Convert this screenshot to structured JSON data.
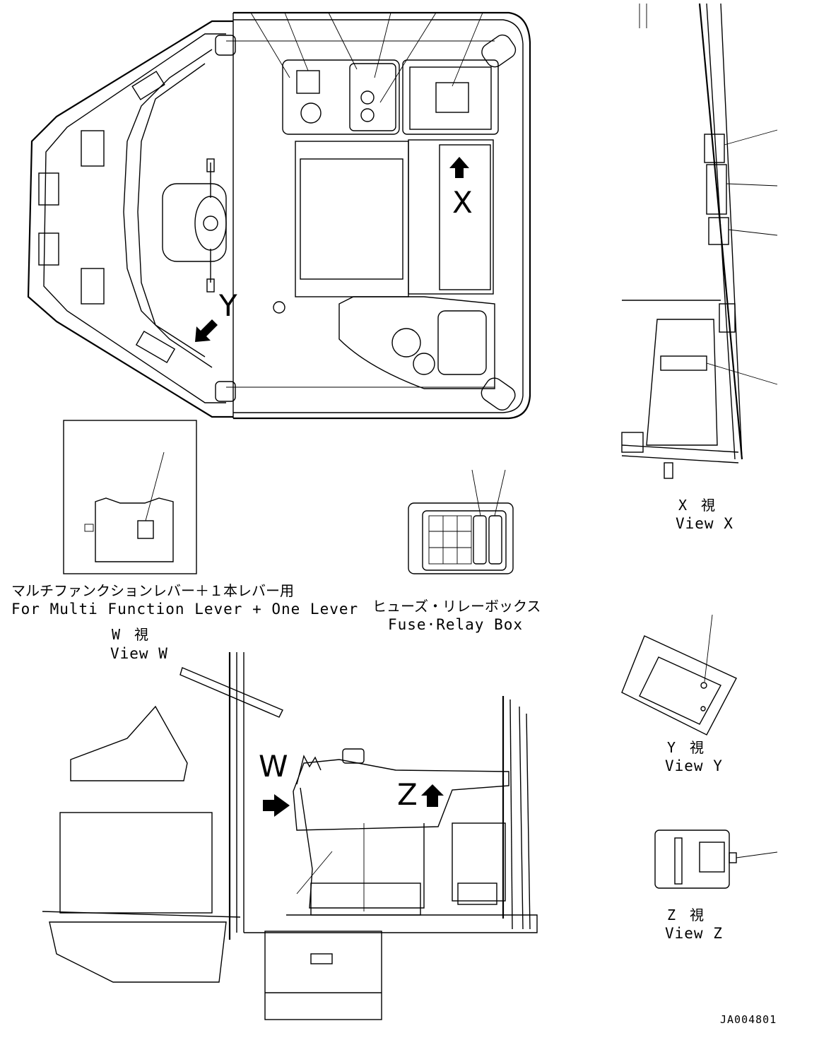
{
  "views": {
    "top": {
      "label_x": "X",
      "label_y": "Y"
    },
    "view_x": {
      "jp": "X　視",
      "en": "View X"
    },
    "view_y": {
      "jp": "Y　視",
      "en": "View Y"
    },
    "view_z": {
      "jp": "Z　視",
      "en": "View Z"
    },
    "view_w": {
      "jp": "W　視",
      "en": "View W",
      "note_jp": "マルチファンクションレバー＋１本レバー用",
      "note_en": "For Multi Function Lever + One Lever"
    },
    "fuse_box": {
      "jp": "ヒューズ・リレーボックス",
      "en": "Fuse·Relay Box"
    },
    "side": {
      "label_w": "W",
      "label_z": "Z"
    }
  },
  "document_number": "JA004801"
}
